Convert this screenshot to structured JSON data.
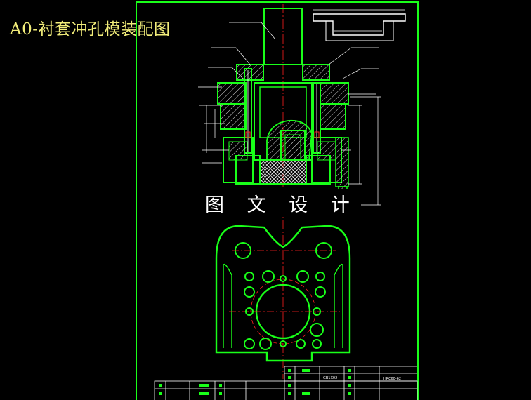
{
  "drawing": {
    "title": "A0-衬套冲孔模装配图",
    "watermark": "图 文 设 计",
    "colors": {
      "background": "#000000",
      "outline": "#19ff19",
      "centerline": "#ff2020",
      "dimension": "#ffffff",
      "title_text": "#f2ed7a",
      "hatch": "#ffffff"
    }
  },
  "title_block": {
    "part_code_1": "GB1X02",
    "part_code_2": "HRC60-62"
  }
}
